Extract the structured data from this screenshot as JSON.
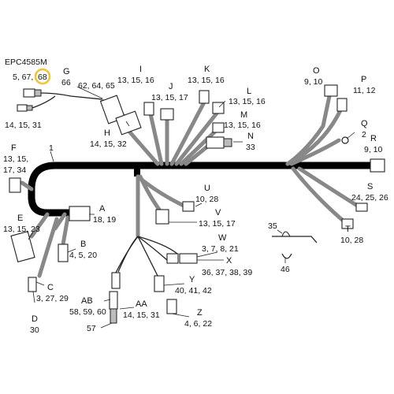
{
  "code": "EPC4585M",
  "callouts": {
    "top_left": "5, 67,",
    "top_left_highlight": "68",
    "small_conn": "14, 15, 31",
    "main_harness": "1",
    "A": {
      "letter": "A",
      "parts": "18, 19"
    },
    "B": {
      "letter": "B",
      "parts": "4, 5, 20"
    },
    "C": {
      "letter": "C",
      "parts": "3, 27, 29"
    },
    "D": {
      "letter": "D",
      "parts": "30"
    },
    "E": {
      "letter": "E",
      "parts": "13, 15, 23"
    },
    "F": {
      "letter": "F",
      "parts_1": "13, 15,",
      "parts_2": "17, 34"
    },
    "G": {
      "letter": "G",
      "parts": "66"
    },
    "G2": {
      "parts": "62, 64, 65"
    },
    "H": {
      "letter": "H",
      "parts": "14, 15, 32"
    },
    "I": {
      "letter": "I",
      "parts": "13, 15, 16"
    },
    "J": {
      "letter": "J",
      "parts": "13, 15, 17"
    },
    "K": {
      "letter": "K",
      "parts": "13, 15, 16"
    },
    "L": {
      "letter": "L",
      "parts": "13, 15, 16"
    },
    "M": {
      "letter": "M",
      "parts": "13, 15, 16"
    },
    "N": {
      "letter": "N",
      "parts": "33"
    },
    "O": {
      "letter": "O",
      "parts": "9, 10"
    },
    "P": {
      "letter": "P",
      "parts": "11, 12"
    },
    "Q": {
      "letter": "Q",
      "parts": "2"
    },
    "R": {
      "letter": "R",
      "parts": "9, 10"
    },
    "S": {
      "letter": "S",
      "parts": "24, 25, 26"
    },
    "T": {
      "letter": "T",
      "parts": "10, 28"
    },
    "U": {
      "letter": "U",
      "parts": "10, 28"
    },
    "V": {
      "letter": "V",
      "parts": "13, 15, 17"
    },
    "W": {
      "letter": "W",
      "parts": "3, 7, 8, 21"
    },
    "X": {
      "letter": "X",
      "parts": "36, 37, 38, 39"
    },
    "Y": {
      "letter": "Y",
      "parts": "40, 41, 42"
    },
    "Z": {
      "letter": "Z",
      "parts": "4, 6, 22"
    },
    "AA": {
      "letter": "AA",
      "parts": "14, 15, 31"
    },
    "AB": {
      "letter": "AB",
      "parts": "58, 59, 60"
    },
    "p35": "35",
    "p46": "46",
    "p57": "57"
  }
}
